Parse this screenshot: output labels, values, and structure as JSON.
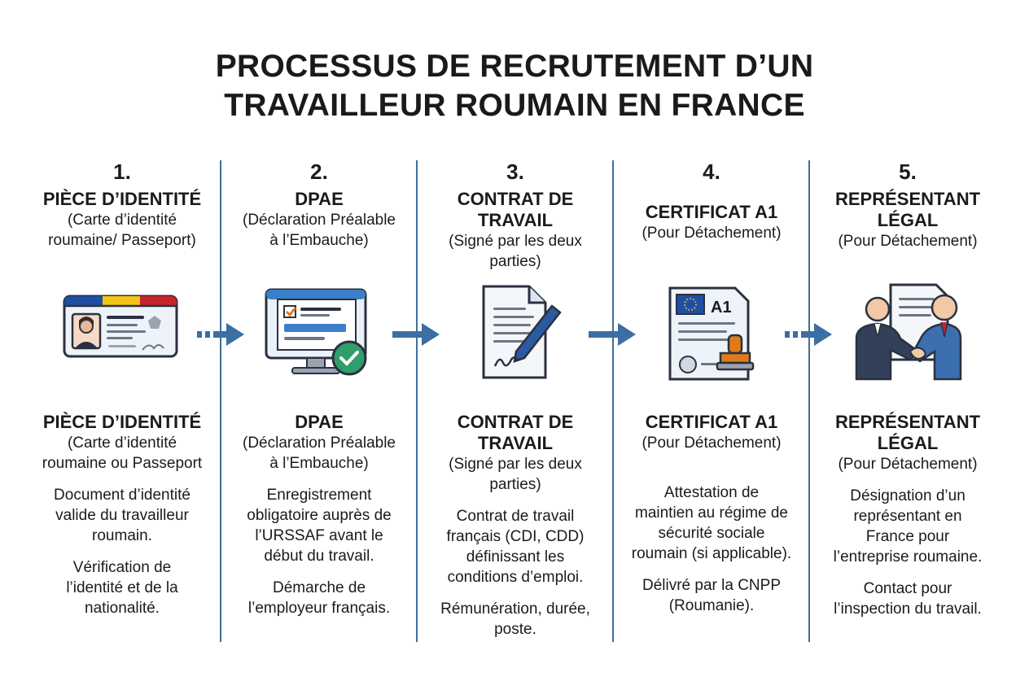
{
  "title_line1": "PROCESSUS DE RECRUTEMENT D’UN",
  "title_line2": "TRAVAILLEUR ROUMAIN EN FRANCE",
  "colors": {
    "divider": "#3d6f9e",
    "arrow": "#3b6fa3",
    "icon_outline": "#2a3140",
    "accent_blue": "#3c7fc9",
    "check_green": "#2f9e6b"
  },
  "steps": [
    {
      "num": "1.",
      "head": [
        "PIÈCE D’IDENTITÉ"
      ],
      "sub": [
        "(Carte d’identité",
        "roumaine/ Passeport)"
      ],
      "icon": "id-card-icon",
      "lower_head": [
        "PIÈCE D’IDENTITÉ"
      ],
      "lower_sub": [
        "(Carte d’identité",
        "roumaine ou Passeport"
      ],
      "desc": [
        "Document d’identité",
        "valide du travailleur",
        "roumain."
      ],
      "desc2": [
        "Vérification de",
        "l’identité et de la",
        "nationalité."
      ]
    },
    {
      "num": "2.",
      "head": [
        "DPAE"
      ],
      "sub": [
        "(Déclaration Préalable",
        "à l’Embauche)"
      ],
      "icon": "computer-check-icon",
      "lower_head": [
        "DPAE"
      ],
      "lower_sub": [
        "(Déclaration Préalable",
        "à l’Embauche)"
      ],
      "desc": [
        "Enregistrement",
        "obligatoire auprès de",
        "l’URSSAF avant le",
        "début du travail."
      ],
      "desc2": [
        "Démarche de",
        "l’employeur français."
      ]
    },
    {
      "num": "3.",
      "head": [
        "CONTRAT DE",
        "TRAVAIL"
      ],
      "sub": [
        "(Signé par les deux",
        "parties)"
      ],
      "icon": "contract-pen-icon",
      "lower_head": [
        "CONTRAT DE",
        "TRAVAIL"
      ],
      "lower_sub": [
        "(Signé par les deux",
        "parties)"
      ],
      "desc": [
        "Contrat de travail",
        "français (CDI, CDD)",
        "définissant les",
        "conditions d’emploi."
      ],
      "desc2": [
        "Rémunération, durée,",
        "poste."
      ]
    },
    {
      "num": "4.",
      "head": [
        "CERTIFICAT A1"
      ],
      "sub": [
        "(Pour Détachement)"
      ],
      "icon": "certificate-stamp-icon",
      "icon_text": "A1",
      "lower_head": [
        "CERTIFICAT A1"
      ],
      "lower_sub": [
        "(Pour Détachement)"
      ],
      "desc": [
        "Attestation de",
        "maintien au régime de",
        "sécurité sociale",
        "roumain (si applicable)."
      ],
      "desc2": [
        "Délivré par la CNPP",
        "(Roumanie)."
      ]
    },
    {
      "num": "5.",
      "head": [
        "REPRÉSENTANT",
        "LÉGAL"
      ],
      "sub": [
        "(Pour Détachement)"
      ],
      "icon": "handshake-icon",
      "lower_head": [
        "REPRÉSENTANT",
        "LÉGAL"
      ],
      "lower_sub": [
        "(Pour Détachement)"
      ],
      "desc": [
        "Désignation d’un",
        "représentant en",
        "France pour",
        "l’entreprise roumaine."
      ],
      "desc2": [
        "Contact pour",
        "l’inspection du travail."
      ]
    }
  ]
}
